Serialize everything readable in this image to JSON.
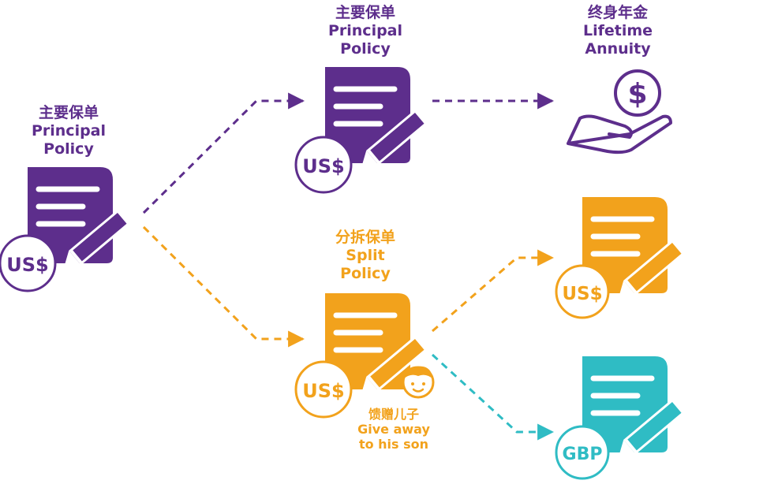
{
  "colors": {
    "purple": "#5d2e8c",
    "orange": "#f2a21c",
    "teal": "#2fbcc4",
    "paper_line": "#ffffff"
  },
  "left_policy": {
    "title_zh": "主要保单",
    "title_en_1": "Principal",
    "title_en_2": "Policy",
    "currency": "US$",
    "icon": "policy-document-pencil-icon"
  },
  "center_top_policy": {
    "title_zh": "主要保单",
    "title_en_1": "Principal",
    "title_en_2": "Policy",
    "currency": "US$",
    "icon": "policy-document-pencil-icon"
  },
  "annuity": {
    "title_zh": "终身年金",
    "title_en_1": "Lifetime",
    "title_en_2": "Annuity",
    "icon": "hand-dollar-coin-icon",
    "coin_symbol": "$"
  },
  "split_policy": {
    "title_zh": "分拆保单",
    "title_en_1": "Split",
    "title_en_2": "Policy",
    "currency": "US$",
    "icon": "policy-document-pencil-icon"
  },
  "gift": {
    "text_zh": "馈赠儿子",
    "text_en_1": "Give away",
    "text_en_2": "to his son",
    "icon": "boy-face-icon"
  },
  "right_usd_policy": {
    "currency": "US$",
    "icon": "policy-document-pencil-icon"
  },
  "right_gbp_policy": {
    "currency": "GBP",
    "icon": "policy-document-pencil-icon"
  }
}
